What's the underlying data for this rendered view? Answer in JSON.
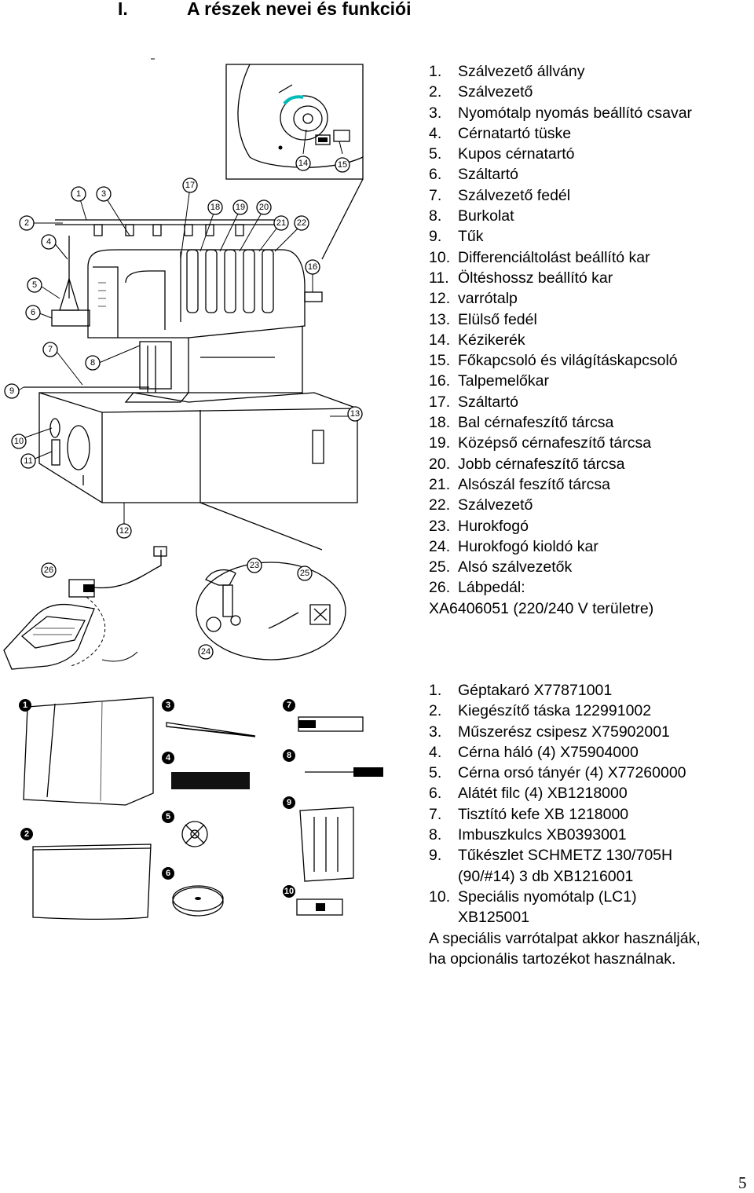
{
  "heading": {
    "number": "I.",
    "title": "A részek nevei és funkciói"
  },
  "parts": [
    {
      "n": "1.",
      "label": "Szálvezető állvány"
    },
    {
      "n": "2.",
      "label": "Szálvezető"
    },
    {
      "n": "3.",
      "label": "Nyomótalp nyomás beállító csavar"
    },
    {
      "n": "4.",
      "label": "Cérnatartó tüske"
    },
    {
      "n": "5.",
      "label": "Kupos cérnatartó"
    },
    {
      "n": "6.",
      "label": "Száltartó"
    },
    {
      "n": "7.",
      "label": "Szálvezető fedél"
    },
    {
      "n": "8.",
      "label": "Burkolat"
    },
    {
      "n": "9.",
      "label": "Tűk"
    },
    {
      "n": "10.",
      "label": "Differenciáltolást beállító kar"
    },
    {
      "n": "11.",
      "label": "Öltéshossz beállító kar"
    },
    {
      "n": "12.",
      "label": "varrótalp"
    },
    {
      "n": "13.",
      "label": "Elülső fedél"
    },
    {
      "n": "14.",
      "label": "Kézikerék"
    },
    {
      "n": "15.",
      "label": "Főkapcsoló és világításkapcsoló"
    },
    {
      "n": "16.",
      "label": "Talpemelőkar"
    },
    {
      "n": "17.",
      "label": "Száltartó"
    },
    {
      "n": "18.",
      "label": "Bal cérnafeszítő tárcsa"
    },
    {
      "n": "19.",
      "label": "Középső cérnafeszítő tárcsa"
    },
    {
      "n": "20.",
      "label": "Jobb cérnafeszítő tárcsa"
    },
    {
      "n": "21.",
      "label": "Alsószál feszítő tárcsa"
    },
    {
      "n": "22.",
      "label": "Szálvezető"
    },
    {
      "n": "23.",
      "label": "Hurokfogó"
    },
    {
      "n": "24.",
      "label": "Hurokfogó kioldó kar"
    },
    {
      "n": "25.",
      "label": "Alsó szálvezetők"
    },
    {
      "n": "26.",
      "label": "Lábpedál:"
    }
  ],
  "parts_extra": "XA6406051 (220/240 V területre)",
  "accessories": [
    {
      "n": "1.",
      "label": "Géptakaró X77871001"
    },
    {
      "n": "2.",
      "label": "Kiegészítő táska 122991002"
    },
    {
      "n": "3.",
      "label": "Műszerész csipesz X75902001"
    },
    {
      "n": "4.",
      "label": "Cérna háló (4) X75904000"
    },
    {
      "n": "5.",
      "label": "Cérna orsó tányér (4) X77260000"
    },
    {
      "n": "6.",
      "label": "Alátét filc (4) XB1218000"
    },
    {
      "n": "7.",
      "label": "Tisztító kefe XB 1218000"
    },
    {
      "n": "8.",
      "label": "Imbuszkulcs XB0393001"
    },
    {
      "n": "9.",
      "label": "Tűkészlet SCHMETZ 130/705H"
    },
    {
      "n": "",
      "label": "(90/#14) 3 db        XB1216001"
    },
    {
      "n": "10.",
      "label": "Speciális nyomótalp (LC1)"
    },
    {
      "n": "",
      "label": "XB125001"
    }
  ],
  "note_line1": "A speciális varrótalpat akkor használják,",
  "note_line2": "ha opcionális tartozékot használnak.",
  "page_number": "5",
  "callouts": [
    "1",
    "2",
    "3",
    "4",
    "5",
    "6",
    "7",
    "8",
    "9",
    "10",
    "11",
    "12",
    "13",
    "14",
    "15",
    "16",
    "17",
    "18",
    "19",
    "20",
    "21",
    "22",
    "23",
    "24",
    "25",
    "26"
  ],
  "accessory_markers": [
    "1",
    "2",
    "3",
    "4",
    "5",
    "6",
    "7",
    "8",
    "9",
    "10"
  ]
}
